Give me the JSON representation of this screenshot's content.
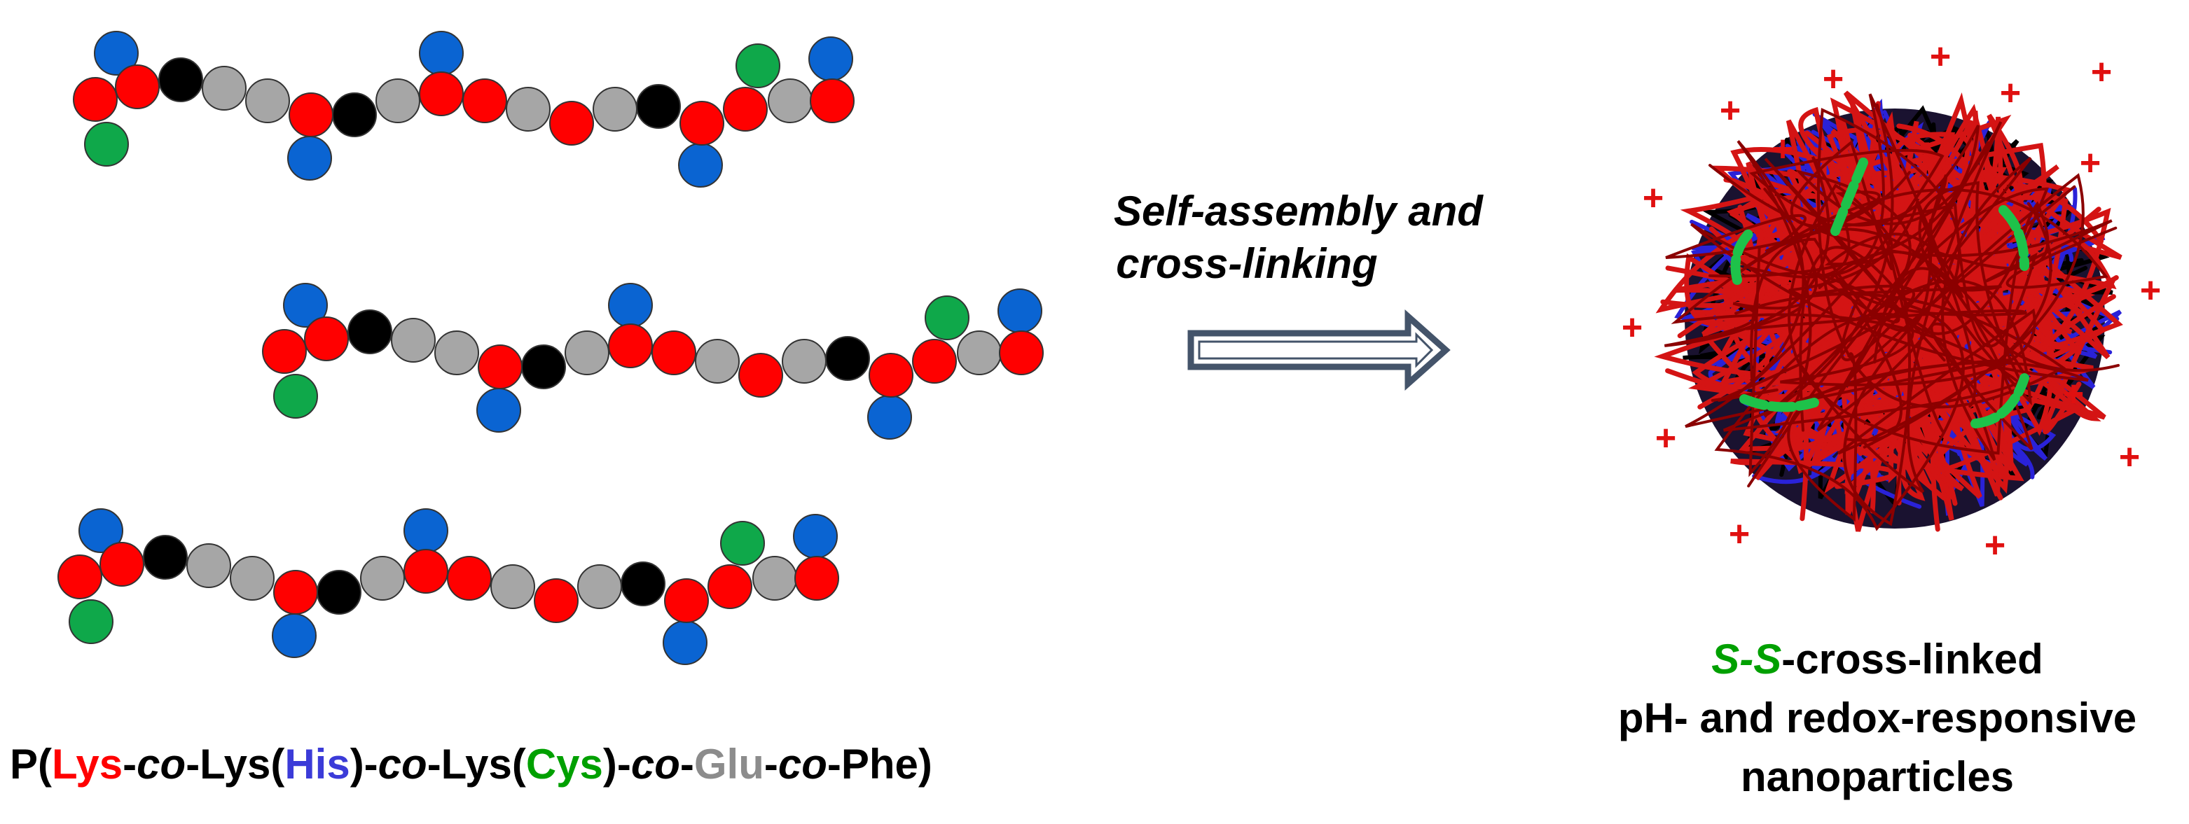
{
  "colors": {
    "lys": "#ff0000",
    "his": "#0a64d2",
    "cys": "#0fa84a",
    "glu": "#a6a6a6",
    "phe": "#000000",
    "ss_bond": "#1ec24a",
    "arrow": "#44546a",
    "cys_label": "#00a000",
    "his_label": "#3b3bd8",
    "glu_label": "#8c8c8c"
  },
  "polymer_formula": {
    "p_open": "P(",
    "lys": "Lys",
    "dash1": "-",
    "co1": "co",
    "lys_his_open": "-Lys(",
    "his": "His",
    "close1": ")-",
    "co2": "co",
    "lys_cys_open": "-Lys(",
    "cys": "Cys",
    "close2": ")-",
    "co3": "co",
    "dash2": "-",
    "glu": "Glu",
    "dash3": "-",
    "co4": "co",
    "phe_close": "-Phe)"
  },
  "process": {
    "line1": "Self-assembly and",
    "line2": "cross-linking"
  },
  "nanoparticle_label": {
    "ss": "S-S",
    "line1_rest": "-cross-linked",
    "line2": "pH- and redox-responsive",
    "line3": "nanoparticles"
  },
  "charge_symbol": "+"
}
